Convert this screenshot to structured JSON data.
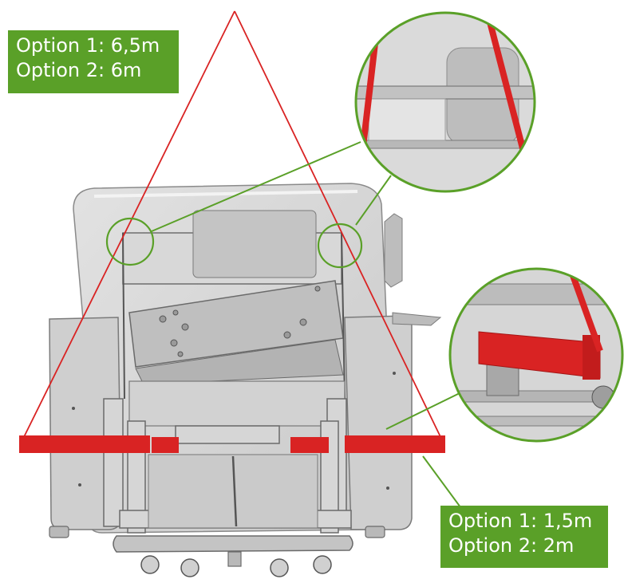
{
  "labels": {
    "sling_length": {
      "option1": "Option 1: 6,5m",
      "option2": "Option 2: 6m"
    },
    "spreader_bar_length": {
      "option1": "Option 1: 1,5m",
      "option2": "Option 2: 2m"
    }
  },
  "colors": {
    "sling": "#d92323",
    "callout": "#5aa028",
    "machine": "#d4d4d4",
    "machine_outline": "#7a7a7a",
    "background": "#ffffff"
  }
}
